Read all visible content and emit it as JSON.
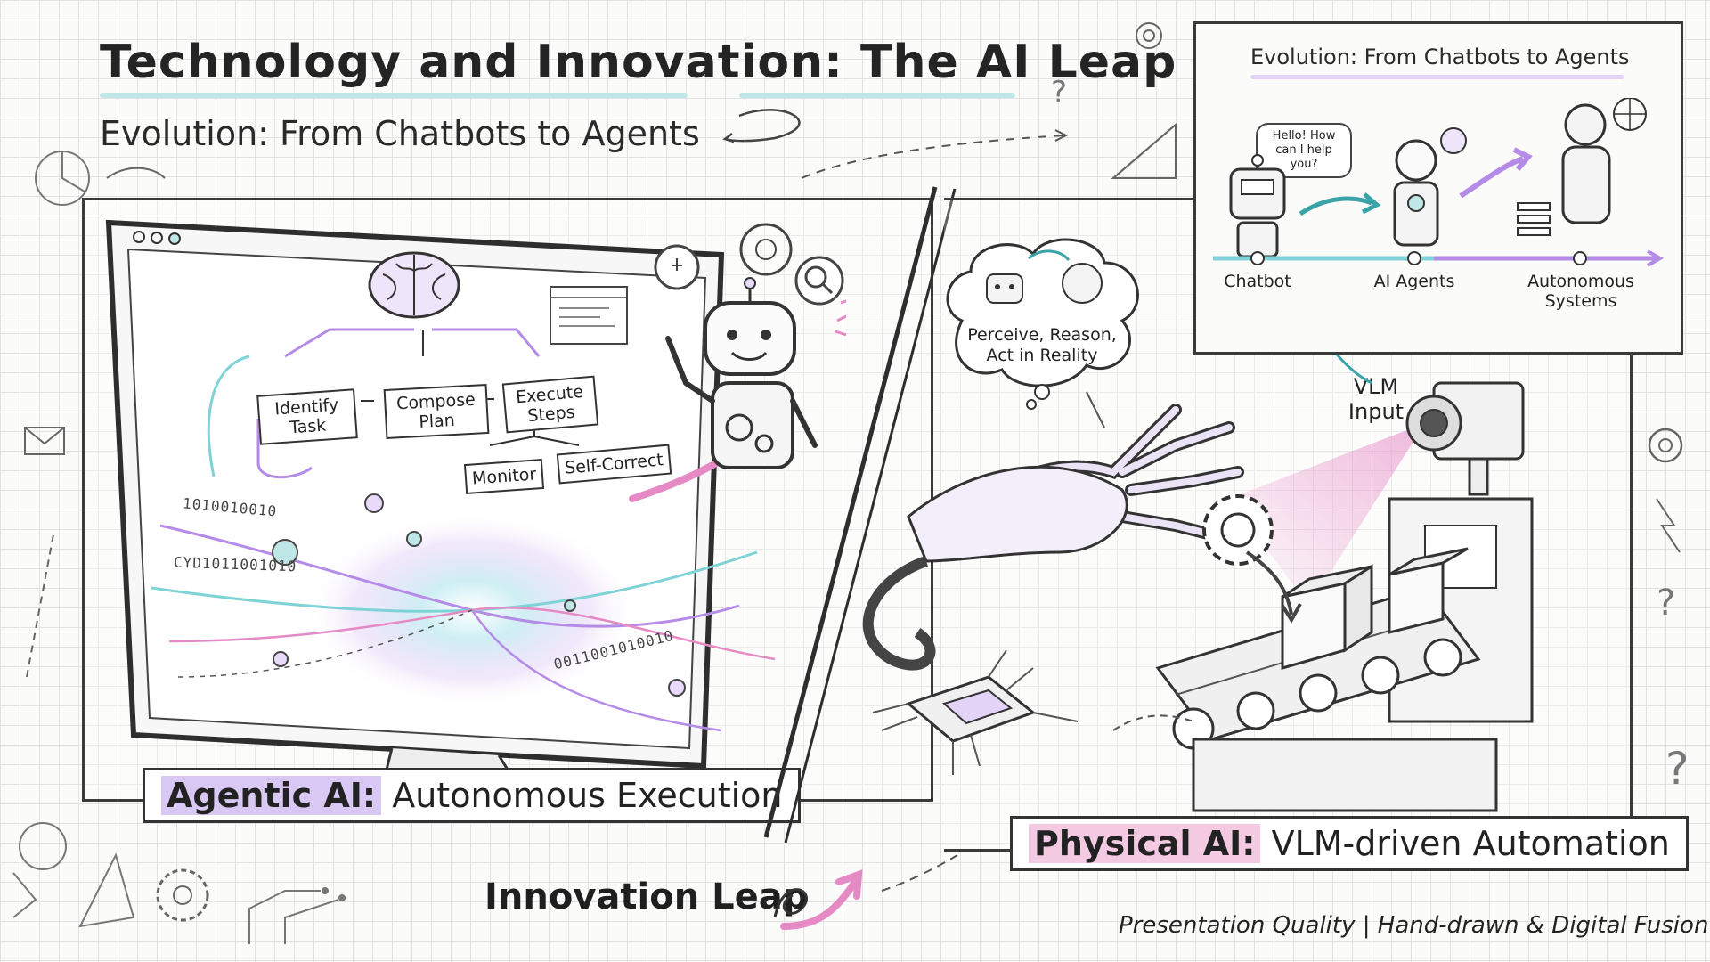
{
  "header": {
    "title": "Technology and Innovation: The AI Leap",
    "subtitle": "Evolution: From Chatbots to Agents"
  },
  "left_panel": {
    "label_highlight": "Agentic AI:",
    "label_rest": "Autonomous Execution",
    "flow": {
      "identify": "Identify Task",
      "compose": "Compose Plan",
      "execute": "Execute Steps",
      "monitor": "Monitor",
      "self_correct": "Self-Correct"
    },
    "icon": "brain-icon",
    "robot_icon": "robot-icon"
  },
  "right_panel": {
    "label_highlight": "Physical AI:",
    "label_rest": "VLM-driven Automation",
    "thought_cloud": "Perceive, Reason, Act in Reality",
    "vlm_label": "VLM Input",
    "icons": [
      "robotic-hand-icon",
      "gear-icon",
      "chip-icon",
      "camera-icon",
      "conveyor-icon",
      "box-icon"
    ]
  },
  "inset": {
    "title": "Evolution: From Chatbots to Agents",
    "chat_bubble": "Hello! How can I help you?",
    "stages": [
      "Chatbot",
      "AI Agents",
      "Autonomous Systems"
    ]
  },
  "footer": {
    "leap": "Innovation Leap",
    "note": "Presentation Quality | Hand-drawn & Digital Fusion"
  },
  "colors": {
    "accent_purple": "#b58be8",
    "accent_pink": "#e68ac6",
    "accent_cyan": "#7fd3d6",
    "ink": "#2a2a2a"
  }
}
